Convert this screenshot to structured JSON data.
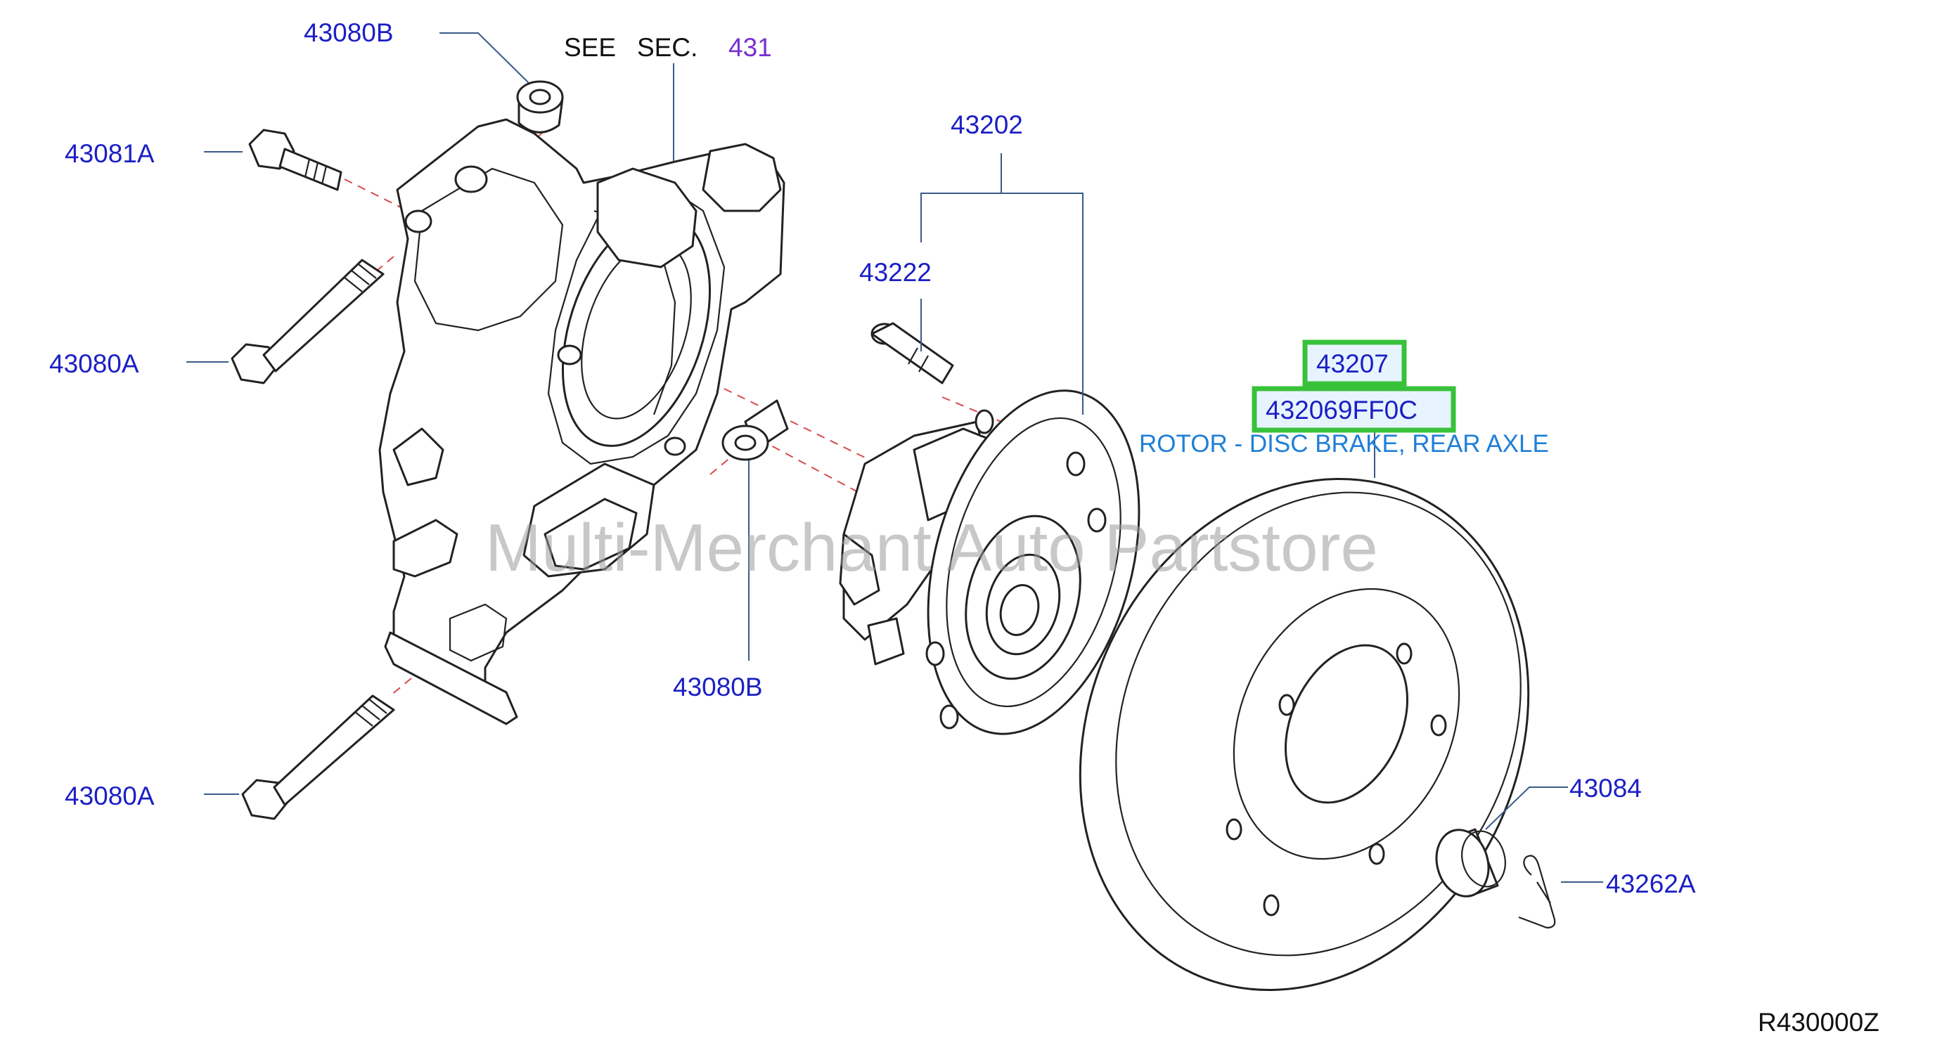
{
  "labels": {
    "p43080B_top": "43080B",
    "p43081A": "43081A",
    "p43080A_mid": "43080A",
    "p43080A_bot": "43080A",
    "p43080B_mid": "43080B",
    "p43202": "43202",
    "p43222": "43222",
    "p43207": "43207",
    "p432069FF0C": "432069FF0C",
    "p43084": "43084",
    "p43262A": "43262A",
    "see": "SEE",
    "sec": "SEC.",
    "sec_num": "431",
    "rotor_desc": "ROTOR - DISC BRAKE, REAR AXLE",
    "diagram_code": "R430000Z"
  },
  "watermark": "Multi-Merchant Auto Partstore",
  "colors": {
    "label_blue": "#1b1fc4",
    "highlight_green": "#38c23a",
    "description_blue": "#1f7fd8",
    "section_purple": "#7a2fd0",
    "dash_red": "#d94a4a"
  }
}
